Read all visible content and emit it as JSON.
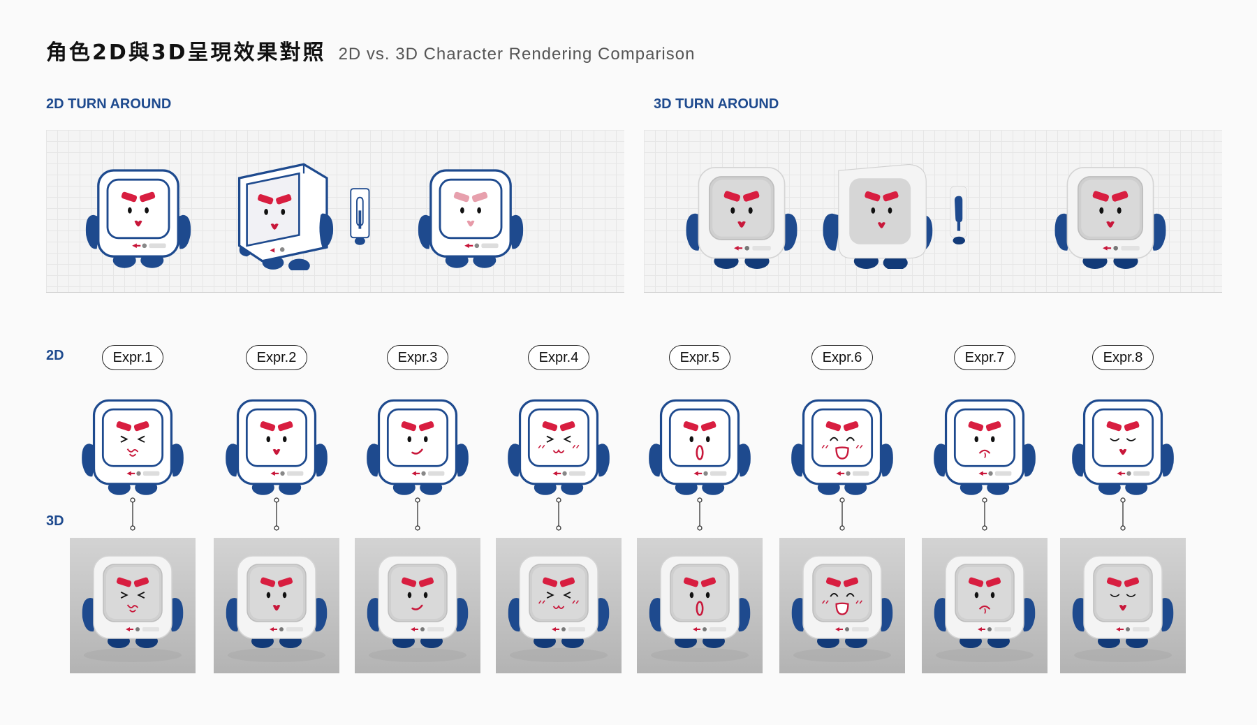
{
  "header": {
    "title_zh": "角色2D與3D呈現效果對照",
    "title_en": "2D vs. 3D Character Rendering Comparison"
  },
  "sections": {
    "turnaround_2d": "2D TURN AROUND",
    "turnaround_3d": "3D TURN AROUND",
    "row_2d": "2D",
    "row_3d": "3D"
  },
  "expressions": [
    {
      "label": "Expr.1",
      "eyes": "squint",
      "mouth": "wavy",
      "blush": false
    },
    {
      "label": "Expr.2",
      "eyes": "dots",
      "mouth": "heart",
      "blush": false
    },
    {
      "label": "Expr.3",
      "eyes": "dots",
      "mouth": "smirk",
      "blush": false
    },
    {
      "label": "Expr.4",
      "eyes": "squint",
      "mouth": "cat",
      "blush": true
    },
    {
      "label": "Expr.5",
      "eyes": "dots",
      "mouth": "open-o",
      "blush": false
    },
    {
      "label": "Expr.6",
      "eyes": "happy-arcs",
      "mouth": "open-smile",
      "blush": true
    },
    {
      "label": "Expr.7",
      "eyes": "dots",
      "mouth": "pout",
      "blush": false
    },
    {
      "label": "Expr.8",
      "eyes": "closed-lashes",
      "mouth": "heart",
      "blush": false
    }
  ],
  "colors": {
    "navy": "#1e4a8e",
    "red": "#c8173a",
    "brow_red": "#d81e40",
    "body_white": "#f2f2f2",
    "bg": "#fafafa"
  },
  "icons": {
    "character": "monitor-robot-character",
    "connector": "dot-line-connector"
  }
}
